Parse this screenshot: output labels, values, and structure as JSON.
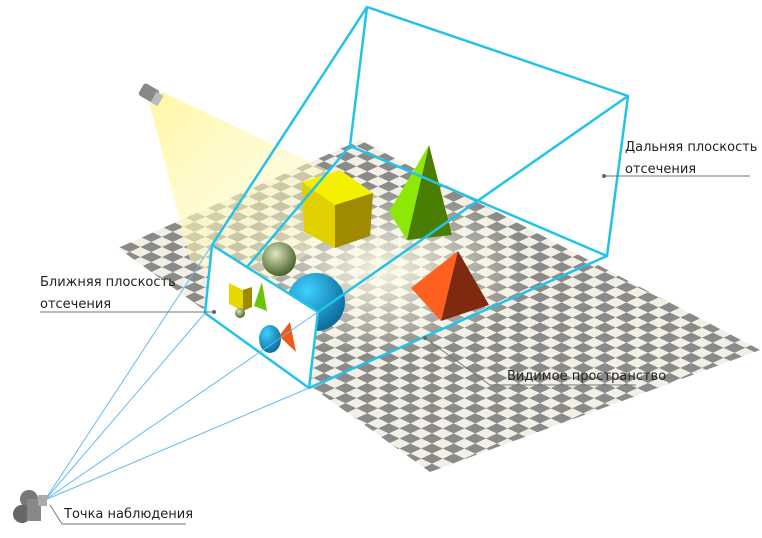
{
  "labels": {
    "far_plane": [
      "Дальняя плоскость",
      "отсечения"
    ],
    "near_plane": [
      "Ближняя плоскость",
      "отсечения"
    ],
    "visible_space": "Видимое пространство",
    "viewpoint": "Точка наблюдения"
  },
  "colors": {
    "frustum": "#22c3ea",
    "view_rays": "#66bbf0",
    "cube": "#e6d800",
    "green_pyramid": "#6bc40a",
    "orange_pyramid": "#f05a18",
    "sphere": "#1aa4e0",
    "light_cone": "#fff7a8",
    "leader": "#777777"
  }
}
